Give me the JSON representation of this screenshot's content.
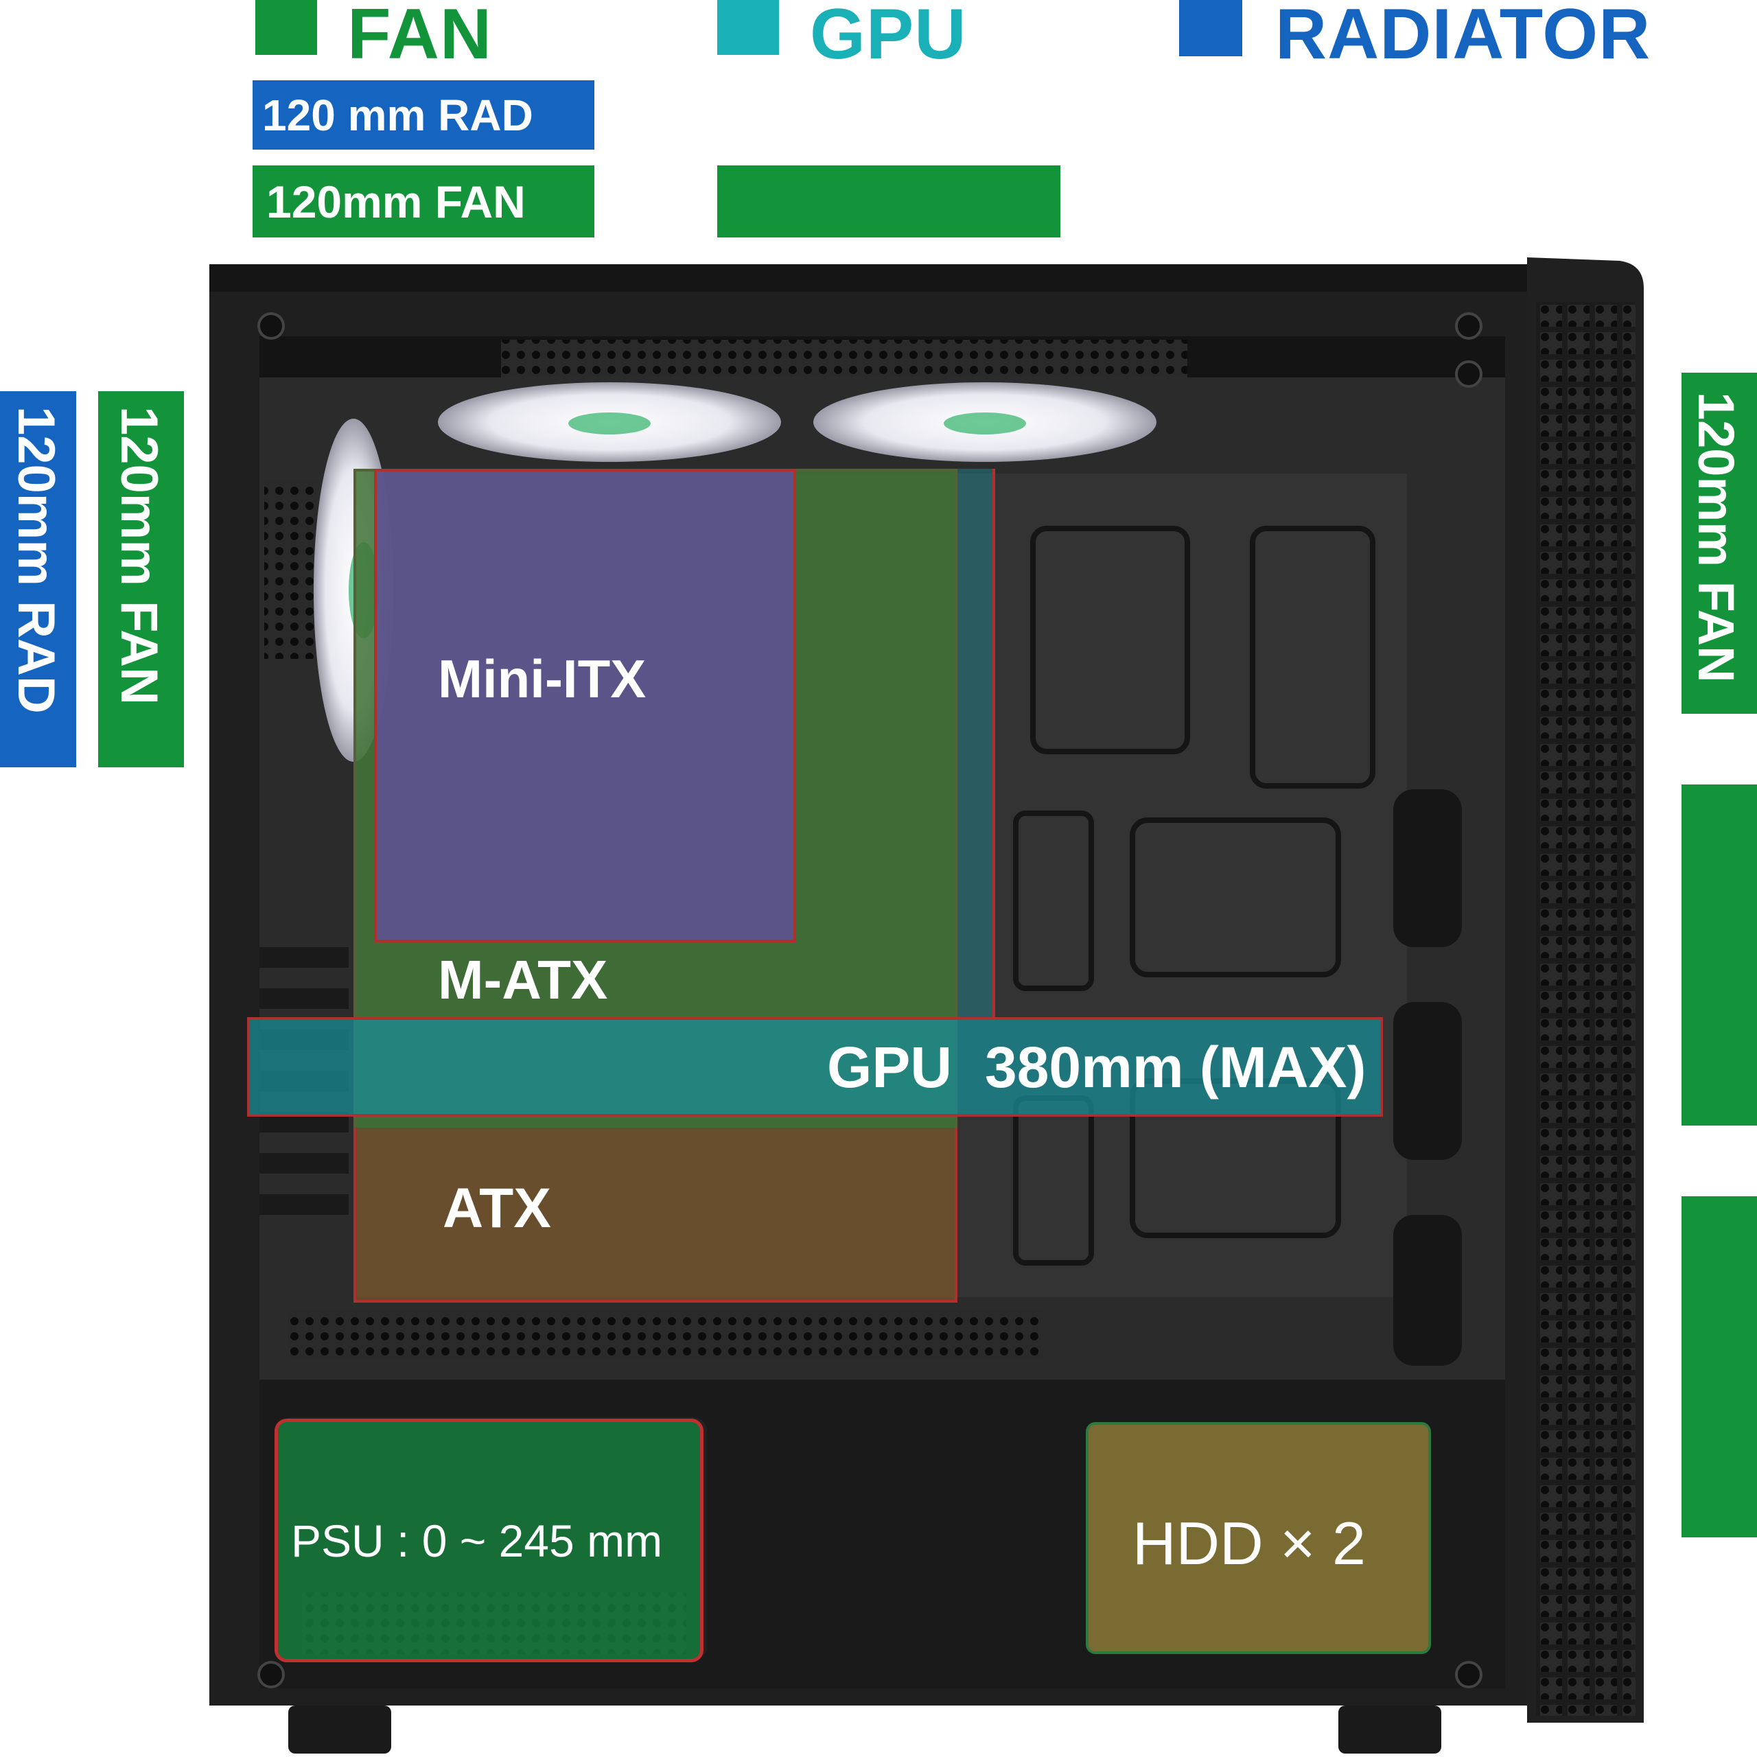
{
  "legend": {
    "fan": {
      "label": "FAN",
      "color": "#13943a"
    },
    "gpu": {
      "label": "GPU",
      "color": "#1ab0b8"
    },
    "radiator": {
      "label": "RADIATOR",
      "color": "#1565c0"
    }
  },
  "top_mounts": {
    "rad_label": "120 mm RAD",
    "fan_label": "120mm FAN"
  },
  "front_mount": {
    "rad_label": "120mm RAD",
    "fan_label": "120mm FAN"
  },
  "rear_mount": {
    "fan_label": "120mm FAN"
  },
  "motherboard": {
    "mini_itx": "Mini-ITX",
    "m_atx": "M-ATX",
    "atx": "ATX"
  },
  "gpu_zone": {
    "label": "GPU",
    "length": "380mm (MAX)"
  },
  "psu": {
    "label": "PSU : 0 ~ 245 mm"
  },
  "hdd": {
    "label": "HDD × 2"
  }
}
